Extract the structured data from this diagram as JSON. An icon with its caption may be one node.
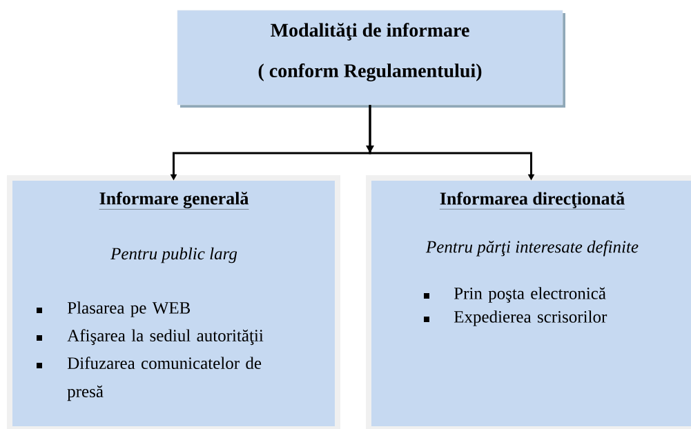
{
  "diagram": {
    "nodes": [
      {
        "text": [
          "Modalităţi de informare",
          "( conform Regulamentului)"
        ]
      },
      {
        "text": [
          "Informare generală",
          "Pentru public larg",
          "Plasarea pe WEB",
          "Afişarea la sediul autorităţii",
          "Difuzarea comunicatelor de presă"
        ]
      },
      {
        "text": [
          "Informarea direcţionată",
          "Pentru părţi interesate definite",
          "Prin poşta electronică",
          "Expedierea scrisorilor"
        ]
      }
    ],
    "edges": [
      {
        "from": 0,
        "to": 1,
        "arrow": "to"
      },
      {
        "from": 0,
        "to": 2,
        "arrow": "to"
      }
    ]
  }
}
